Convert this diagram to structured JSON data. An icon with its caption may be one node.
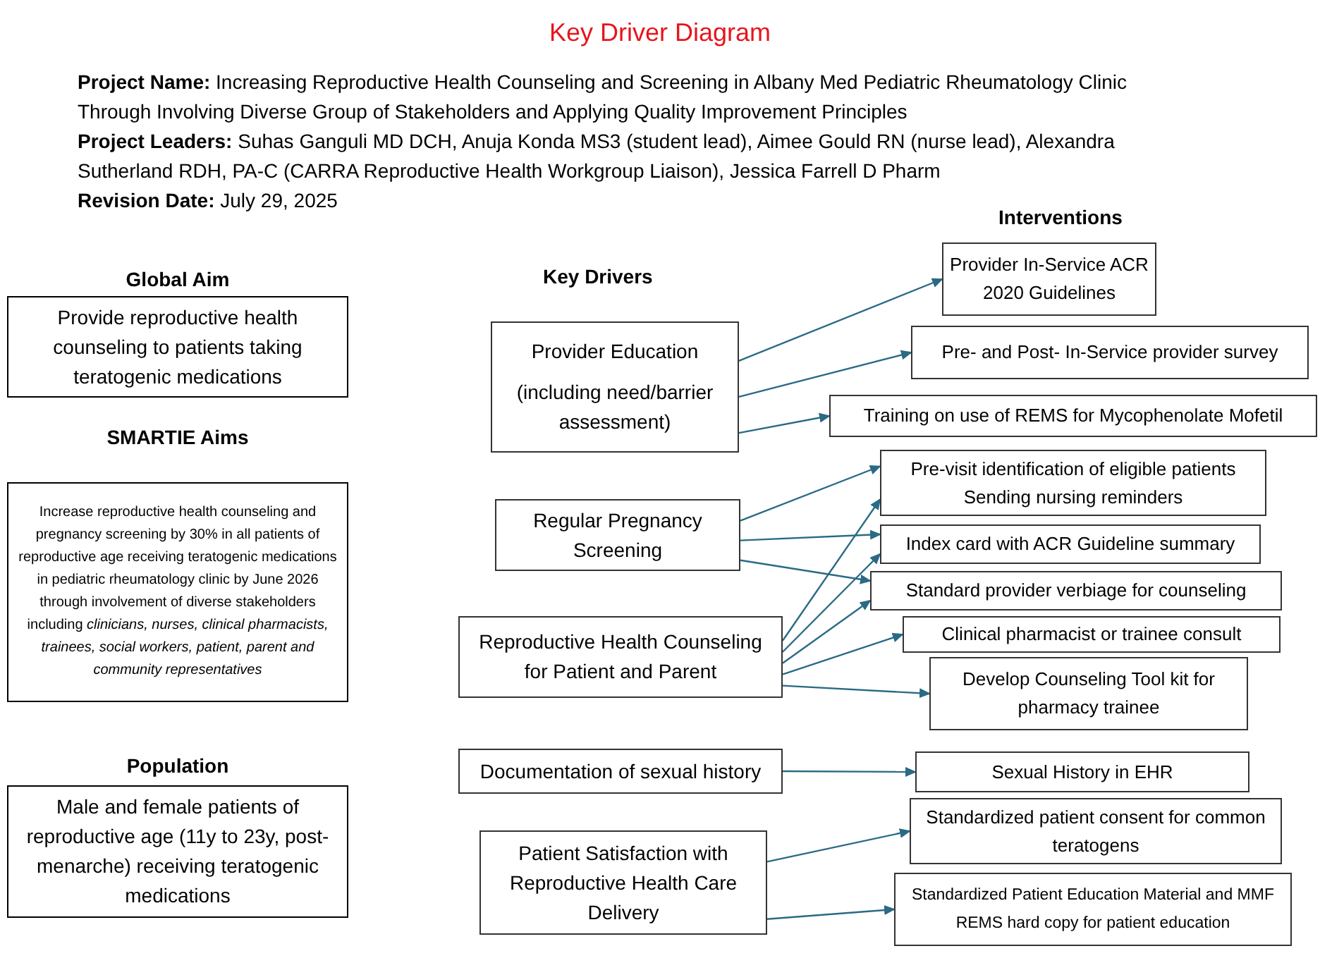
{
  "diagram": {
    "title": "Key Driver Diagram",
    "nodes": [
      {
        "text": [
          "Global Aim",
          "Provide reproductive health counseling to patients taking teratogenic medications"
        ]
      },
      {
        "text": [
          "SMARTIE Aims",
          "Increase reproductive health counseling and pregnancy screening by 30% in all patients of reproductive age receiving teratogenic medications in pediatric rheumatology clinic by June 2026 through involvement of diverse stakeholders including *clinicians, nurses, clinical pharmacists, trainees, social workers, patient, parent and community representatives*"
        ]
      },
      {
        "text": [
          "Population",
          "Male and female patients of reproductive age (11y to 23y, post-menarche) receiving teratogenic medications"
        ]
      },
      {
        "text": [
          "Provider Education",
          "(including need/barrier assessment)"
        ]
      },
      {
        "text": [
          "Regular Pregnancy Screening"
        ]
      },
      {
        "text": [
          "Reproductive Health Counseling for Patient and Parent"
        ]
      },
      {
        "text": [
          "Documentation of sexual history"
        ]
      },
      {
        "text": [
          "Patient Satisfaction with Reproductive Health Care Delivery"
        ]
      },
      {
        "text": [
          "Provider In-Service ACR 2020 Guidelines"
        ]
      },
      {
        "text": [
          "Pre- and Post- In-Service provider survey"
        ]
      },
      {
        "text": [
          "Training on use of REMS for Mycophenolate Mofetil"
        ]
      },
      {
        "text": [
          "Pre-visit identification of eligible patients Sending nursing reminders"
        ]
      },
      {
        "text": [
          "Index card with ACR Guideline summary"
        ]
      },
      {
        "text": [
          "Standard provider verbiage for counseling"
        ]
      },
      {
        "text": [
          "Clinical pharmacist or trainee consult"
        ]
      },
      {
        "text": [
          "Develop Counseling Tool kit for pharmacy trainee"
        ]
      },
      {
        "text": [
          "Sexual History in EHR"
        ]
      },
      {
        "text": [
          "Standardized patient consent for common teratogens"
        ]
      },
      {
        "text": [
          "Standardized Patient Education Material and MMF REMS hard copy for patient education"
        ]
      }
    ],
    "edges": [
      {
        "from": 3,
        "to": 8,
        "arrow": "to"
      },
      {
        "from": 3,
        "to": 9,
        "arrow": "to"
      },
      {
        "from": 3,
        "to": 10,
        "arrow": "to"
      },
      {
        "from": 4,
        "to": 11,
        "arrow": "to"
      },
      {
        "from": 4,
        "to": 12,
        "arrow": "to"
      },
      {
        "from": 4,
        "to": 13,
        "arrow": "to"
      },
      {
        "from": 5,
        "to": 11,
        "arrow": "to"
      },
      {
        "from": 5,
        "to": 12,
        "arrow": "to"
      },
      {
        "from": 5,
        "to": 13,
        "arrow": "to"
      },
      {
        "from": 5,
        "to": 14,
        "arrow": "to"
      },
      {
        "from": 5,
        "to": 15,
        "arrow": "to"
      },
      {
        "from": 6,
        "to": 16,
        "arrow": "to"
      },
      {
        "from": 7,
        "to": 17,
        "arrow": "to"
      },
      {
        "from": 7,
        "to": 18,
        "arrow": "to"
      }
    ],
    "labels": [
      "**Project Name:** Increasing Reproductive Health Counseling and Screening in Albany Med Pediatric Rheumatology Clinic Through Involving Diverse Group of Stakeholders and Applying Quality Improvement Principles",
      "**Project Leaders:** Suhas Ganguli MD DCH, Anuja Konda MS3 (student lead), Aimee Gould RN (nurse lead), Alexandra Sutherland RDH, PA-C (CARRA Reproductive Health Workgroup Liaison), Jessica Farrell D Pharm",
      "**Revision Date:** July 29, 2025",
      "Key Drivers",
      "Interventions"
    ]
  }
}
